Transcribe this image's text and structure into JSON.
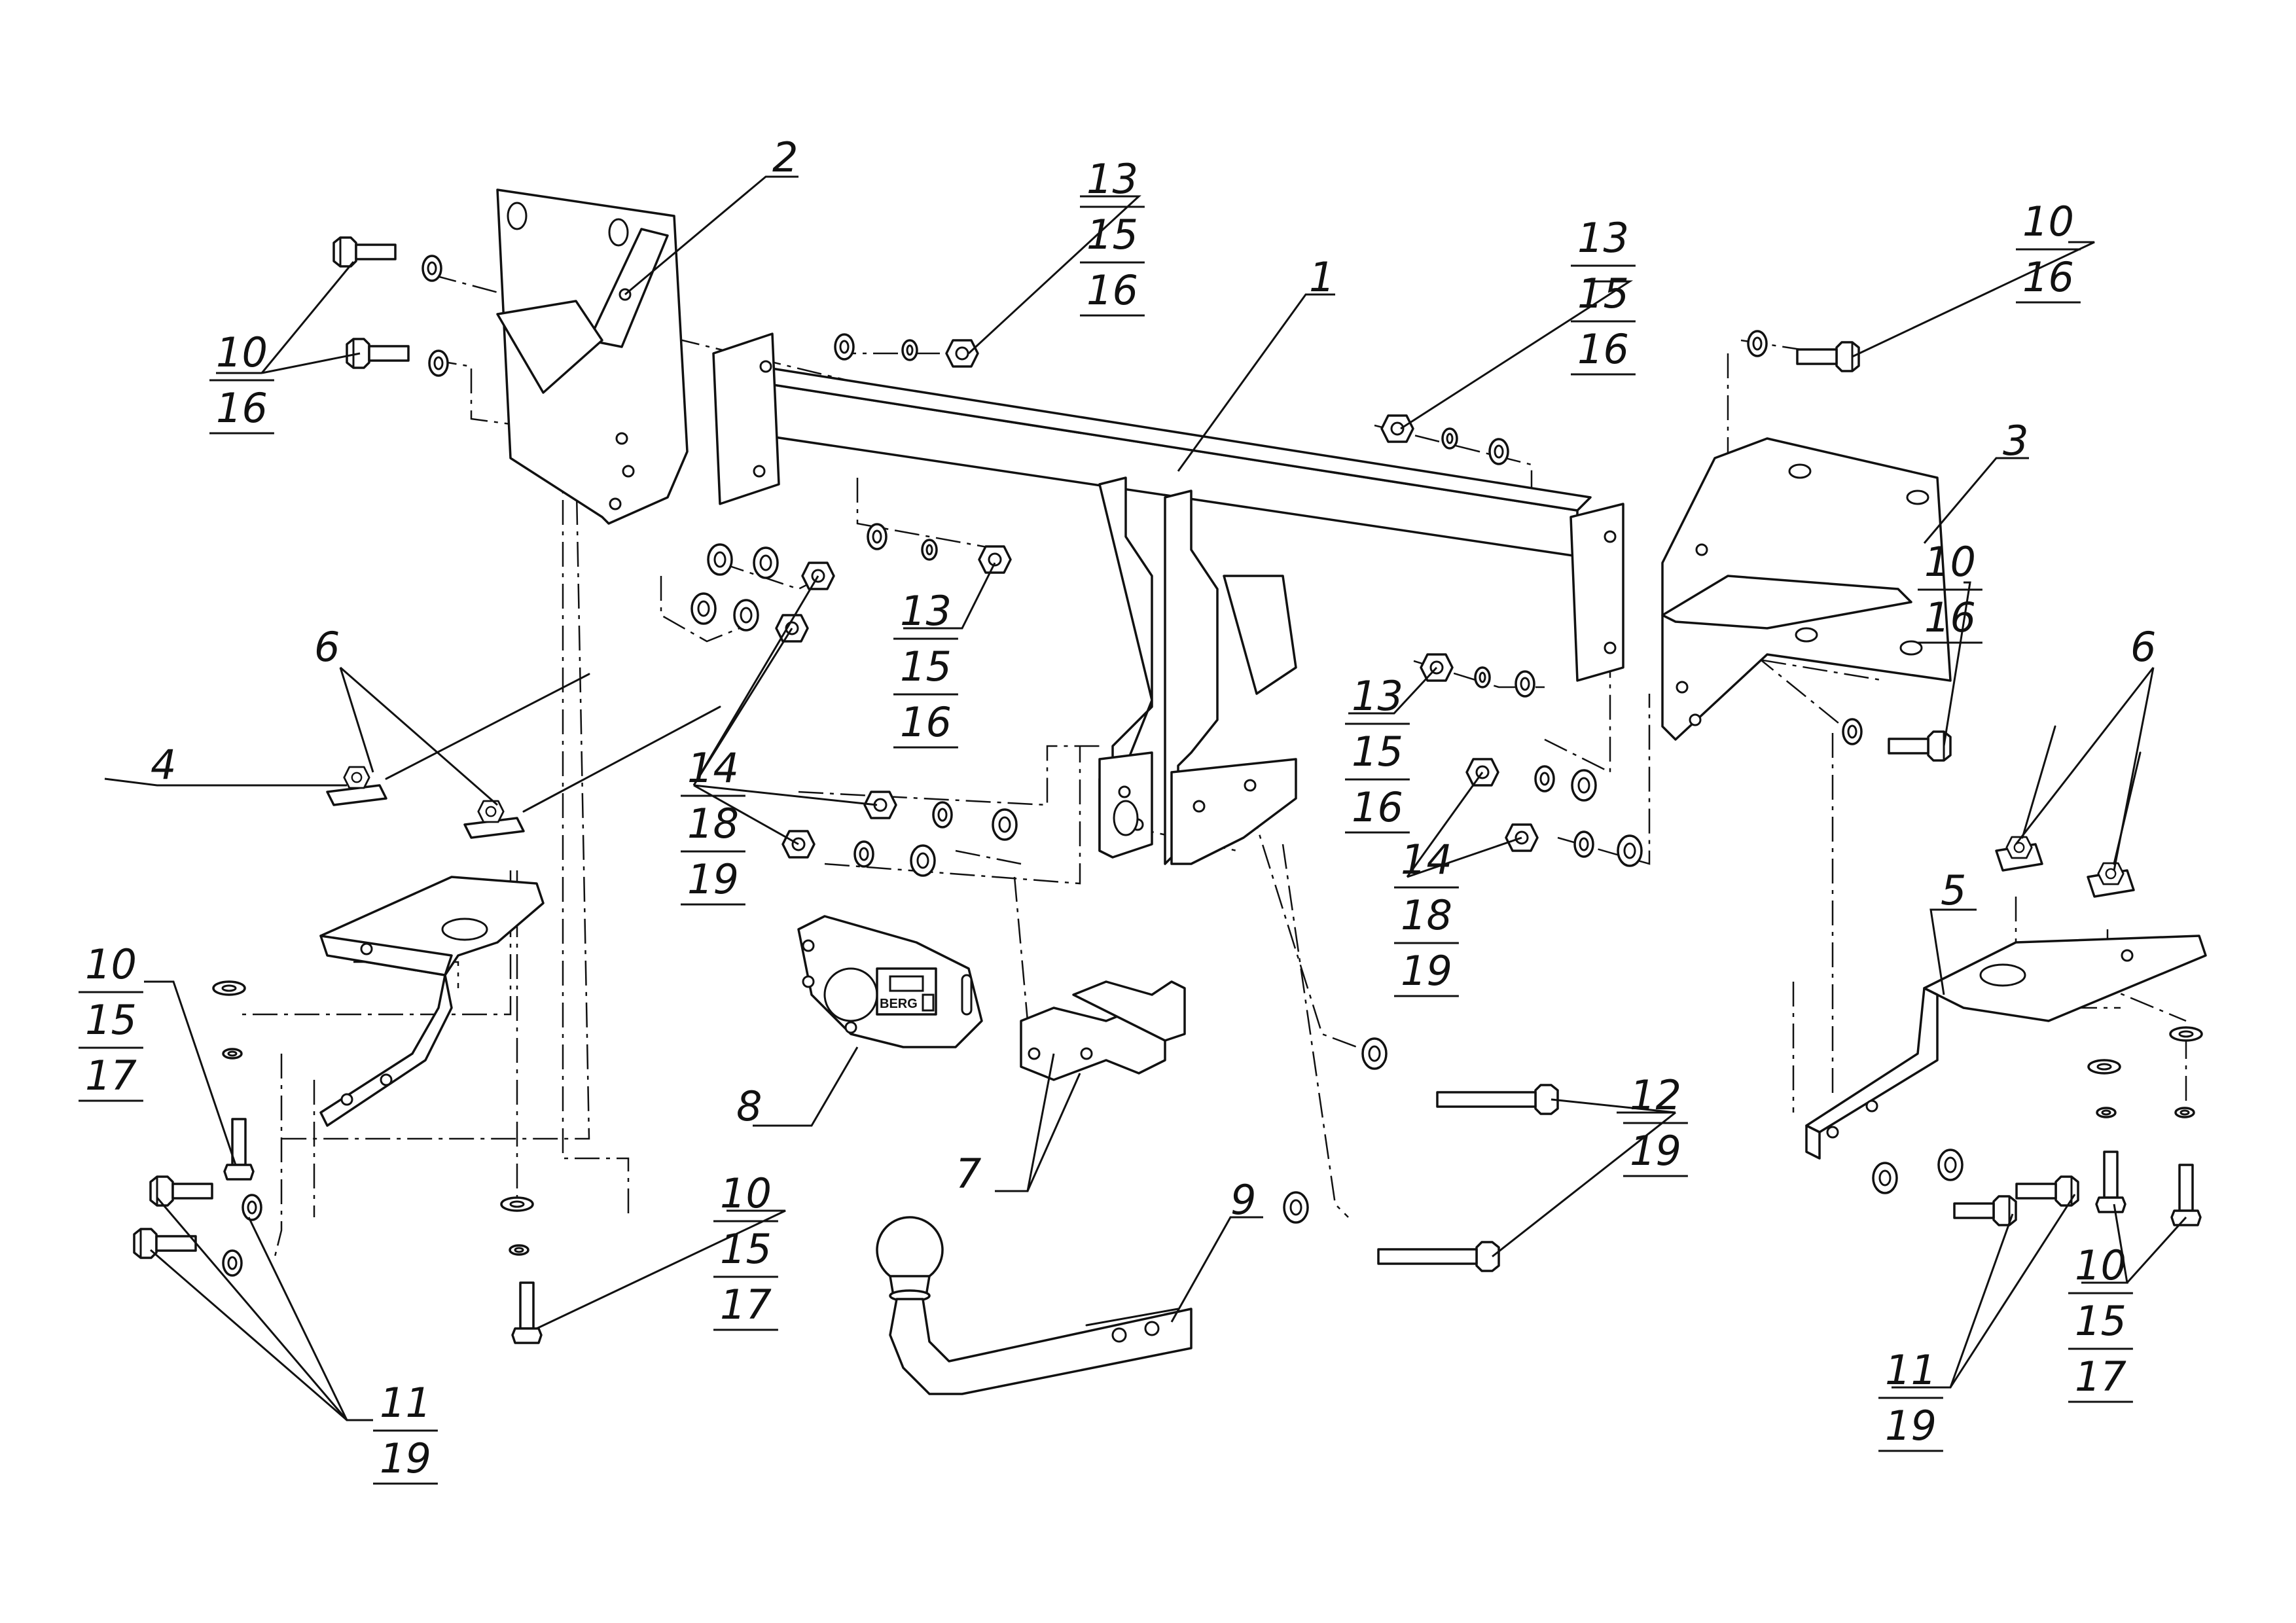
{
  "brand_label": "BERG",
  "callouts": {
    "c1": {
      "line1": "1"
    },
    "c2": {
      "line1": "2"
    },
    "c3": {
      "line1": "3"
    },
    "c4": {
      "line1": "4"
    },
    "c5": {
      "line1": "5"
    },
    "c6l": {
      "line1": "6"
    },
    "c6r": {
      "line1": "6"
    },
    "c7": {
      "line1": "7"
    },
    "c8": {
      "line1": "8"
    },
    "c9": {
      "line1": "9"
    },
    "c10_16_tl": {
      "line1": "10",
      "line2": "16"
    },
    "c10_16_tr": {
      "line1": "10",
      "line2": "16"
    },
    "c10_16_r": {
      "line1": "10",
      "line2": "16"
    },
    "c13_15_16_top": {
      "line1": "13",
      "line2": "15",
      "line3": "16"
    },
    "c13_15_16_tr": {
      "line1": "13",
      "line2": "15",
      "line3": "16"
    },
    "c13_15_16_mid": {
      "line1": "13",
      "line2": "15",
      "line3": "16"
    },
    "c13_15_16_right": {
      "line1": "13",
      "line2": "15",
      "line3": "16"
    },
    "c14_18_19_left": {
      "line1": "14",
      "line2": "18",
      "line3": "19"
    },
    "c14_18_19_right": {
      "line1": "14",
      "line2": "18",
      "line3": "19"
    },
    "c10_15_17_left": {
      "line1": "10",
      "line2": "15",
      "line3": "17"
    },
    "c10_15_17_bottom": {
      "line1": "10",
      "line2": "15",
      "line3": "17"
    },
    "c10_15_17_right": {
      "line1": "10",
      "line2": "15",
      "line3": "17"
    },
    "c11_19_left": {
      "line1": "11",
      "line2": "19"
    },
    "c11_19_right": {
      "line1": "11",
      "line2": "19"
    },
    "c12_19": {
      "line1": "12",
      "line2": "19"
    }
  }
}
